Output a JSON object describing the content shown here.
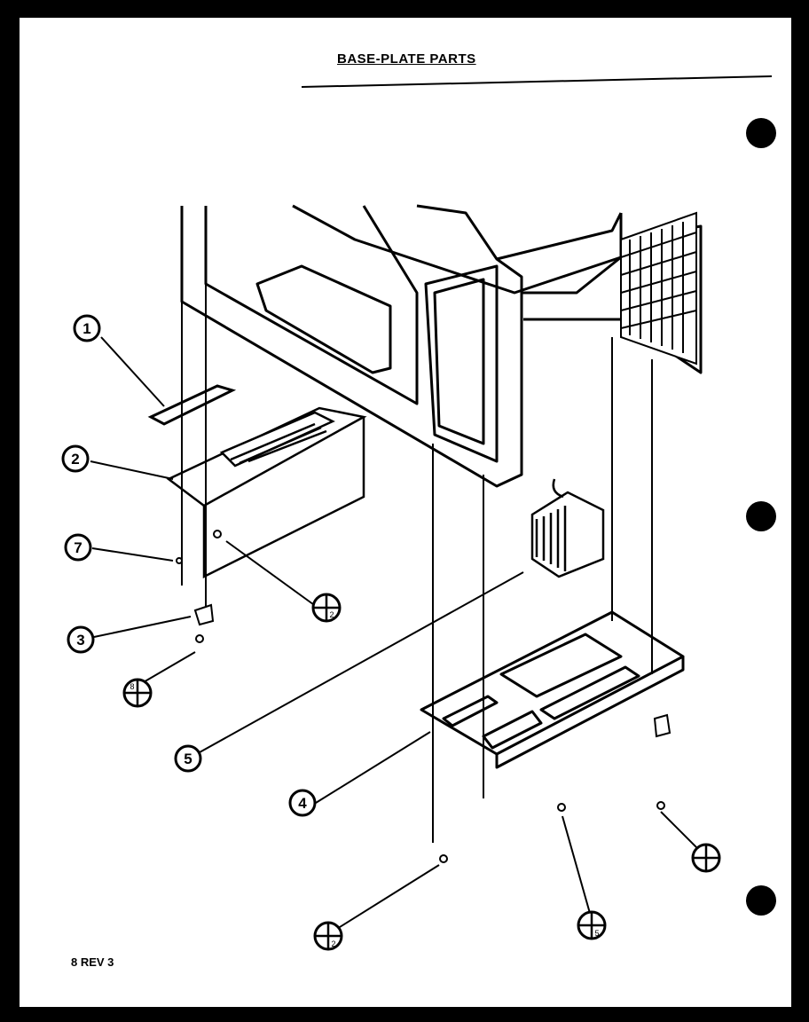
{
  "title": "BASE-PLATE PARTS",
  "footer": "8 REV 3",
  "callouts": [
    {
      "id": "1",
      "label": "1"
    },
    {
      "id": "2",
      "label": "2"
    },
    {
      "id": "3",
      "label": "3"
    },
    {
      "id": "4",
      "label": "4"
    },
    {
      "id": "5",
      "label": "5"
    },
    {
      "id": "7",
      "label": "7"
    }
  ],
  "hardware_symbols": [
    {
      "id": "screw-ref-a",
      "label": "2"
    },
    {
      "id": "screw-ref-b",
      "label": "8"
    },
    {
      "id": "screw-ref-c",
      "label": "2"
    },
    {
      "id": "screw-ref-d",
      "label": "5"
    },
    {
      "id": "screw-ref-e",
      "label": ""
    }
  ],
  "colors": {
    "ink": "#000000",
    "paper": "#ffffff",
    "background": "#000000"
  }
}
